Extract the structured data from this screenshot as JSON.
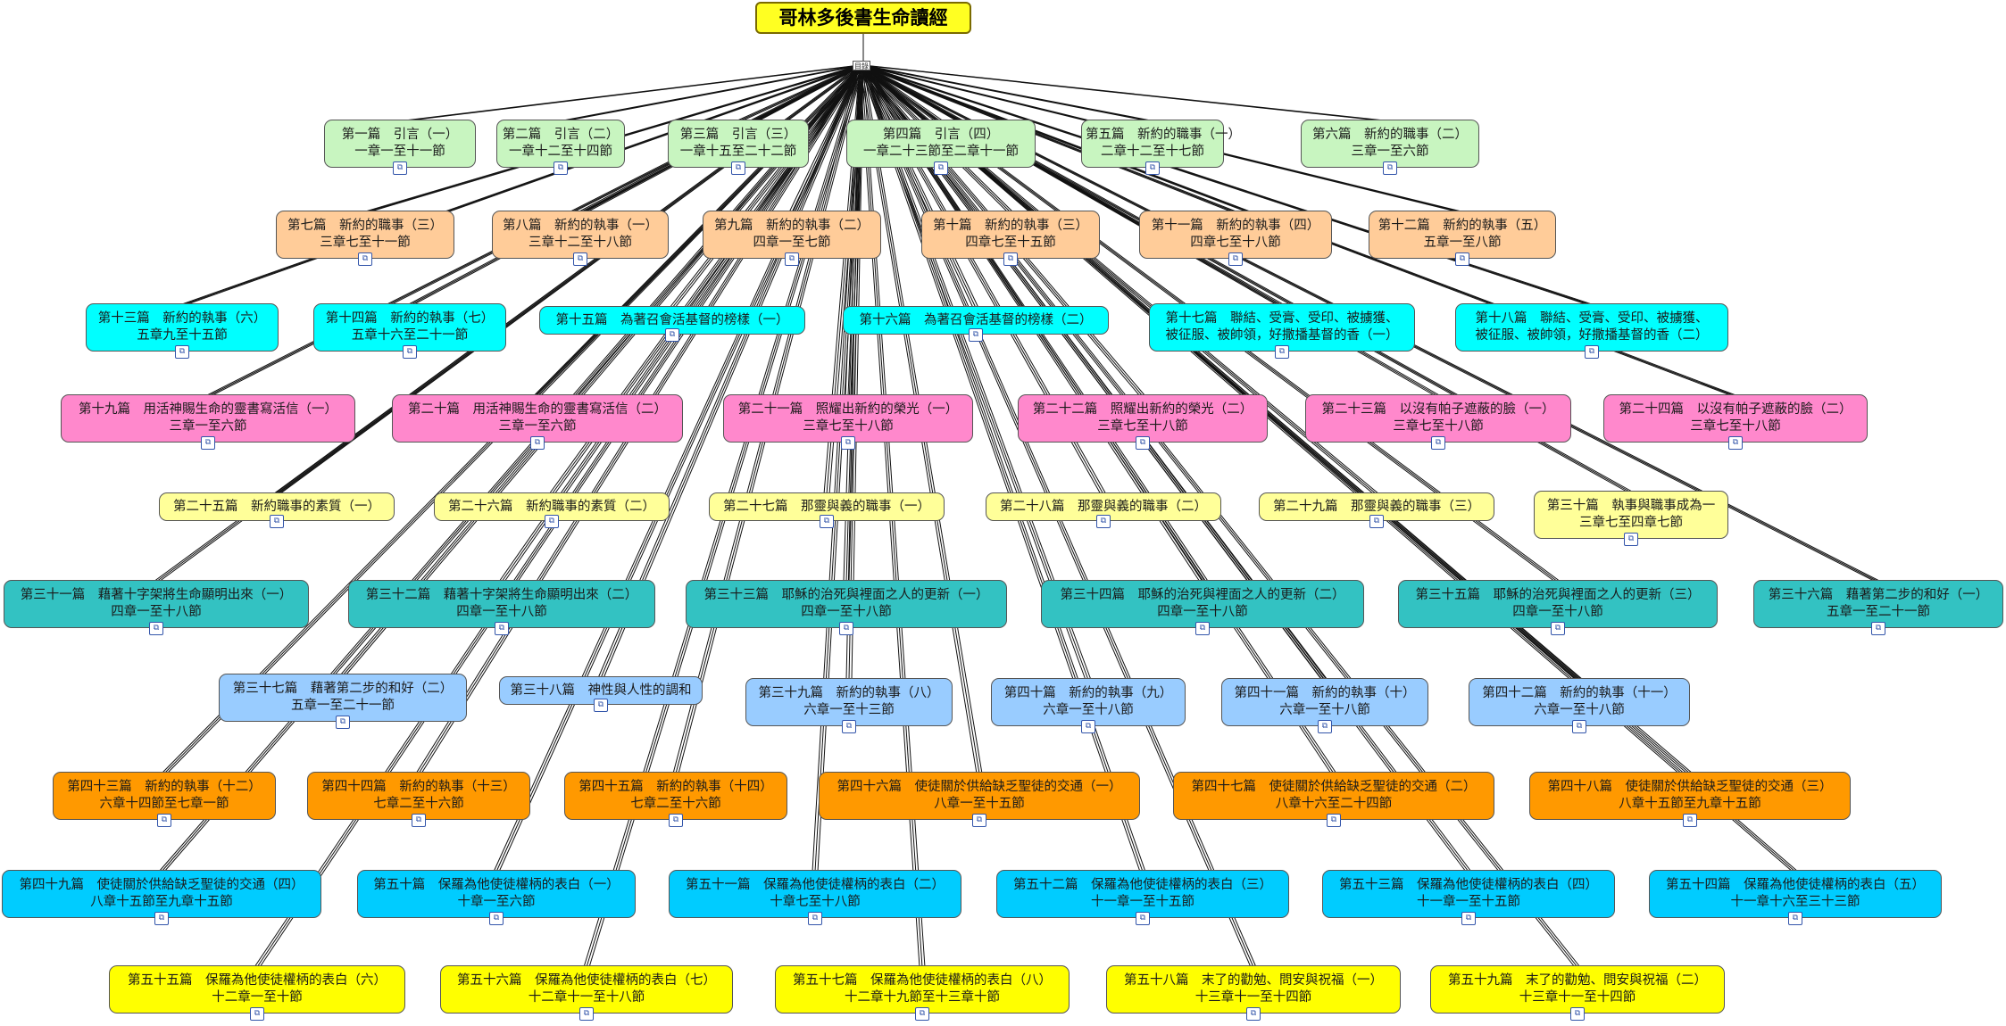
{
  "title": "哥林多後書生命讀經",
  "root_label": "目錄",
  "colors": {
    "green": "#c8f5c0",
    "orange_light": "#ffcc99",
    "cyan": "#00ffff",
    "pink": "#ff88cc",
    "pale_yellow": "#ffff99",
    "teal": "#33c2c2",
    "light_blue": "#99ccff",
    "orange": "#ff9900",
    "deep_sky": "#00ccff",
    "yellow": "#ffff00"
  },
  "icon_name": "document-link-icon",
  "icon_glyph": "⧉",
  "nodes": [
    {
      "l1": "第一篇　引言（一）",
      "l2": "一章一至十一節",
      "c": "green"
    },
    {
      "l1": "第二篇　引言（二）",
      "l2": "一章十二至十四節",
      "c": "green"
    },
    {
      "l1": "第三篇　引言（三）",
      "l2": "一章十五至二十二節",
      "c": "green"
    },
    {
      "l1": "第四篇　引言（四）",
      "l2": "一章二十三節至二章十一節",
      "c": "green"
    },
    {
      "l1": "第五篇　新約的職事（一）",
      "l2": "二章十二至十七節",
      "c": "green"
    },
    {
      "l1": "第六篇　新約的職事（二）",
      "l2": "三章一至六節",
      "c": "green"
    },
    {
      "l1": "第七篇　新約的職事（三）",
      "l2": "三章七至十一節",
      "c": "orange_light"
    },
    {
      "l1": "第八篇　新約的執事（一）",
      "l2": "三章十二至十八節",
      "c": "orange_light"
    },
    {
      "l1": "第九篇　新約的執事（二）",
      "l2": "四章一至七節",
      "c": "orange_light"
    },
    {
      "l1": "第十篇　新約的執事（三）",
      "l2": "四章七至十五節",
      "c": "orange_light"
    },
    {
      "l1": "第十一篇　新約的執事（四）",
      "l2": "四章七至十八節",
      "c": "orange_light"
    },
    {
      "l1": "第十二篇　新約的執事（五）",
      "l2": "五章一至八節",
      "c": "orange_light"
    },
    {
      "l1": "第十三篇　新約的執事（六）",
      "l2": "五章九至十五節",
      "c": "cyan"
    },
    {
      "l1": "第十四篇　新約的執事（七）",
      "l2": "五章十六至二十一節",
      "c": "cyan"
    },
    {
      "l1": "第十五篇　為著召會活基督的榜樣（一）",
      "l2": "",
      "c": "cyan"
    },
    {
      "l1": "第十六篇　為著召會活基督的榜樣（二）",
      "l2": "",
      "c": "cyan"
    },
    {
      "l1": "第十七篇　聯結、受膏、受印、被擄獲、",
      "l2": "被征服、被帥領，好撒播基督的香（一）",
      "c": "cyan"
    },
    {
      "l1": "第十八篇　聯結、受膏、受印、被擄獲、",
      "l2": "被征服、被帥領，好撒播基督的香（二）",
      "c": "cyan"
    },
    {
      "l1": "第十九篇　用活神賜生命的靈書寫活信（一）",
      "l2": "三章一至六節",
      "c": "pink"
    },
    {
      "l1": "第二十篇　用活神賜生命的靈書寫活信（二）",
      "l2": "三章一至六節",
      "c": "pink"
    },
    {
      "l1": "第二十一篇　照耀出新約的榮光（一）",
      "l2": "三章七至十八節",
      "c": "pink"
    },
    {
      "l1": "第二十二篇　照耀出新約的榮光（二）",
      "l2": "三章七至十八節",
      "c": "pink"
    },
    {
      "l1": "第二十三篇　以沒有帕子遮蔽的臉（一）",
      "l2": "三章七至十八節",
      "c": "pink"
    },
    {
      "l1": "第二十四篇　以沒有帕子遮蔽的臉（二）",
      "l2": "三章七至十八節",
      "c": "pink"
    },
    {
      "l1": "第二十五篇　新約職事的素質（一）",
      "l2": "",
      "c": "pale_yellow"
    },
    {
      "l1": "第二十六篇　新約職事的素質（二）",
      "l2": "",
      "c": "pale_yellow"
    },
    {
      "l1": "第二十七篇　那靈與義的職事（一）",
      "l2": "",
      "c": "pale_yellow"
    },
    {
      "l1": "第二十八篇　那靈與義的職事（二）",
      "l2": "",
      "c": "pale_yellow"
    },
    {
      "l1": "第二十九篇　那靈與義的職事（三）",
      "l2": "",
      "c": "pale_yellow"
    },
    {
      "l1": "第三十篇　執事與職事成為一",
      "l2": "三章七至四章七節",
      "c": "pale_yellow"
    },
    {
      "l1": "第三十一篇　藉著十字架將生命顯明出來（一）",
      "l2": "四章一至十八節",
      "c": "teal"
    },
    {
      "l1": "第三十二篇　藉著十字架將生命顯明出來（二）",
      "l2": "四章一至十八節",
      "c": "teal"
    },
    {
      "l1": "第三十三篇　耶穌的治死與裡面之人的更新（一）",
      "l2": "四章一至十八節",
      "c": "teal"
    },
    {
      "l1": "第三十四篇　耶穌的治死與裡面之人的更新（二）",
      "l2": "四章一至十八節",
      "c": "teal"
    },
    {
      "l1": "第三十五篇　耶穌的治死與裡面之人的更新（三）",
      "l2": "四章一至十八節",
      "c": "teal"
    },
    {
      "l1": "第三十六篇　藉著第二步的和好（一）",
      "l2": "五章一至二十一節",
      "c": "teal"
    },
    {
      "l1": "第三十七篇　藉著第二步的和好（二）",
      "l2": "五章一至二十一節",
      "c": "light_blue"
    },
    {
      "l1": "第三十八篇　神性與人性的調和",
      "l2": "",
      "c": "light_blue"
    },
    {
      "l1": "第三十九篇　新約的執事（八）",
      "l2": "六章一至十三節",
      "c": "light_blue"
    },
    {
      "l1": "第四十篇　新約的執事（九）",
      "l2": "六章一至十八節",
      "c": "light_blue"
    },
    {
      "l1": "第四十一篇　新約的執事（十）",
      "l2": "六章一至十八節",
      "c": "light_blue"
    },
    {
      "l1": "第四十二篇　新約的執事（十一）",
      "l2": "六章一至十八節",
      "c": "light_blue"
    },
    {
      "l1": "第四十三篇　新約的執事（十二）",
      "l2": "六章十四節至七章一節",
      "c": "orange"
    },
    {
      "l1": "第四十四篇　新約的執事（十三）",
      "l2": "七章二至十六節",
      "c": "orange"
    },
    {
      "l1": "第四十五篇　新約的執事（十四）",
      "l2": "七章二至十六節",
      "c": "orange"
    },
    {
      "l1": "第四十六篇　使徒關於供給缺乏聖徒的交通（一）",
      "l2": "八章一至十五節",
      "c": "orange"
    },
    {
      "l1": "第四十七篇　使徒關於供給缺乏聖徒的交通（二）",
      "l2": "八章十六至二十四節",
      "c": "orange"
    },
    {
      "l1": "第四十八篇　使徒關於供給缺乏聖徒的交通（三）",
      "l2": "八章十五節至九章十五節",
      "c": "orange"
    },
    {
      "l1": "第四十九篇　使徒關於供給缺乏聖徒的交通（四）",
      "l2": "八章十五節至九章十五節",
      "c": "deep_sky"
    },
    {
      "l1": "第五十篇　保羅為他使徒權柄的表白（一）",
      "l2": "十章一至六節",
      "c": "deep_sky"
    },
    {
      "l1": "第五十一篇　保羅為他使徒權柄的表白（二）",
      "l2": "十章七至十八節",
      "c": "deep_sky"
    },
    {
      "l1": "第五十二篇　保羅為他使徒權柄的表白（三）",
      "l2": "十一章一至十五節",
      "c": "deep_sky"
    },
    {
      "l1": "第五十三篇　保羅為他使徒權柄的表白（四）",
      "l2": "十一章一至十五節",
      "c": "deep_sky"
    },
    {
      "l1": "第五十四篇　保羅為他使徒權柄的表白（五）",
      "l2": "十一章十六至三十三節",
      "c": "deep_sky"
    },
    {
      "l1": "第五十五篇　保羅為他使徒權柄的表白（六）",
      "l2": "十二章一至十節",
      "c": "yellow"
    },
    {
      "l1": "第五十六篇　保羅為他使徒權柄的表白（七）",
      "l2": "十二章十一至十八節",
      "c": "yellow"
    },
    {
      "l1": "第五十七篇　保羅為他使徒權柄的表白（八）",
      "l2": "十二章十九節至十三章十節",
      "c": "yellow"
    },
    {
      "l1": "第五十八篇　末了的勸勉、問安與祝福（一）",
      "l2": "十三章十一至十四節",
      "c": "yellow"
    },
    {
      "l1": "第五十九篇　末了的勸勉、問安與祝福（二）",
      "l2": "十三章十一至十四節",
      "c": "yellow"
    }
  ]
}
